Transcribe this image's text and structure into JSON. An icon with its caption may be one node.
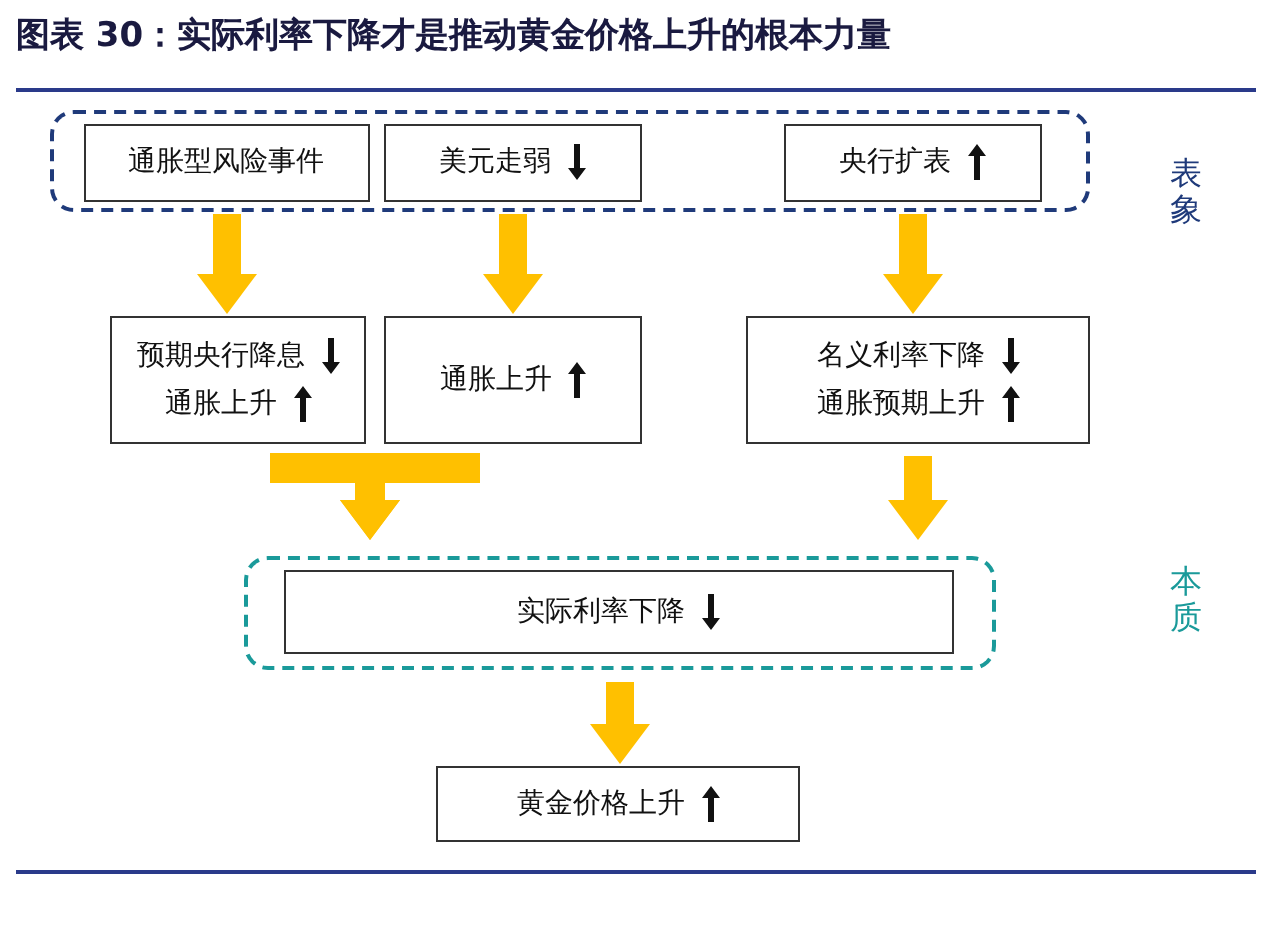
{
  "diagram": {
    "title": "图表 30：实际利率下降才是推动黄金价格上升的根本力量",
    "nodes": [
      {
        "text": [],
        "shape": "box"
      },
      {
        "text": [
          "通胀型风险事件"
        ],
        "in": 0
      },
      {
        "text": [
          "美元走弱"
        ],
        "in": 0
      },
      {
        "text": [
          "央行扩表"
        ],
        "in": 0
      },
      {
        "text": [
          "预期央行降息",
          "通胀上升"
        ]
      },
      {
        "text": [
          "通胀上升"
        ]
      },
      {
        "text": [
          "名义利率下降",
          "通胀预期上升"
        ]
      },
      {
        "text": [],
        "shape": "box"
      },
      {
        "text": [
          "实际利率下降"
        ],
        "in": 7
      },
      {
        "text": [
          "黄金价格上升"
        ]
      }
    ],
    "edges": [
      {
        "from": 1,
        "to": 4,
        "arrow": "to"
      },
      {
        "from": 2,
        "to": 5,
        "arrow": "to"
      },
      {
        "from": 3,
        "to": 6,
        "arrow": "to"
      },
      {
        "from": 4,
        "to": 7,
        "arrow": "to"
      },
      {
        "from": 5,
        "to": 7,
        "arrow": "to"
      },
      {
        "from": 6,
        "to": 7,
        "arrow": "to"
      },
      {
        "from": 7,
        "to": 9,
        "arrow": "to"
      }
    ],
    "labels": [
      "表象",
      "本质"
    ]
  }
}
